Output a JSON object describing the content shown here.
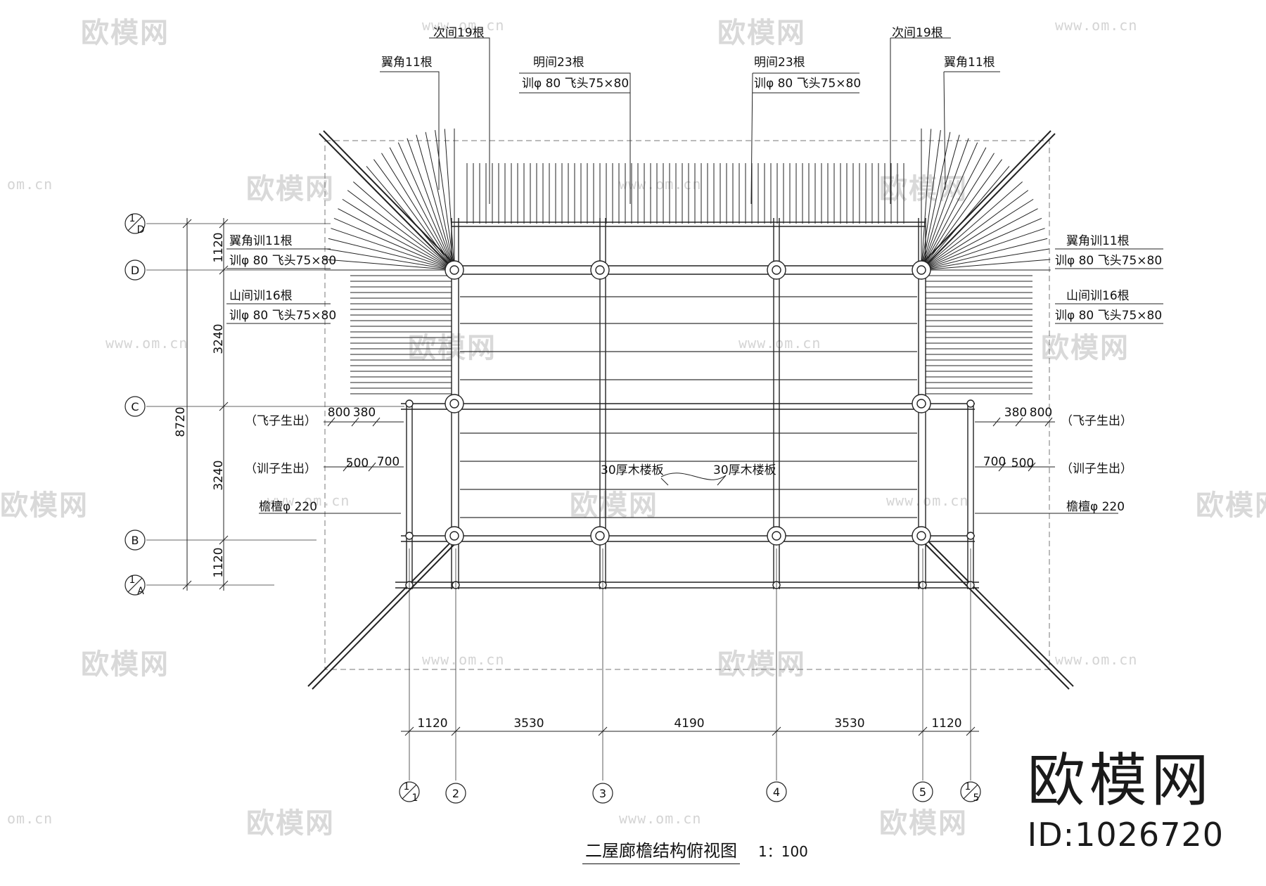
{
  "watermark": {
    "logo_text": "欧模网",
    "url_text": "www.om.cn",
    "url_short": "om.cn"
  },
  "brand": {
    "logo": "欧模网",
    "id": "ID:1026720"
  },
  "title": {
    "main": "二屋廊檐结构俯视图",
    "scale": "1：100"
  },
  "grid_bubbles": {
    "row": [
      {
        "num": "1",
        "den": "D"
      },
      {
        "label": "D"
      },
      {
        "label": "C"
      },
      {
        "label": "B"
      },
      {
        "num": "1",
        "den": "A"
      }
    ],
    "col": [
      {
        "num": "1",
        "den": "1"
      },
      {
        "label": "2"
      },
      {
        "label": "3"
      },
      {
        "label": "4"
      },
      {
        "label": "5"
      },
      {
        "num": "1",
        "den": "5"
      }
    ]
  },
  "dimensions": {
    "left_segments": [
      "1120",
      "3240",
      "3240",
      "1120"
    ],
    "left_total": "8720",
    "bottom_segments": [
      "1120",
      "3530",
      "4190",
      "3530",
      "1120"
    ],
    "left_eave": [
      "800",
      "380",
      "500",
      "700"
    ],
    "right_eave": [
      "380",
      "800",
      "700",
      "500"
    ]
  },
  "annotations": {
    "top_left_outer_line": "翼角11根",
    "top_left_inner_line": "次间19根",
    "top_center_left_a": "明间23根",
    "top_center_left_b": "训φ 80 飞头75×80",
    "top_center_right_a": "明间23根",
    "top_center_right_b": "训φ 80 飞头75×80",
    "top_right_inner_line": "次间19根",
    "top_right_outer_line": "翼角11根",
    "left_corner_a": "翼角训11根",
    "left_corner_b": "训φ 80 飞头75×80",
    "left_gable_a": "山间训16根",
    "left_gable_b": "训φ 80 飞头75×80",
    "right_corner_a": "翼角训11根",
    "right_corner_b": "训φ 80 飞头75×80",
    "right_gable_a": "山间训16根",
    "right_gable_b": "训φ 80 飞头75×80",
    "left_flying": "（飞子生出）",
    "left_rafter": "（训子生出）",
    "right_flying": "（飞子生出）",
    "right_rafter": "（训子生出）",
    "left_purlin": "檐檀φ 220",
    "right_purlin": "檐檀φ 220",
    "floor_left": "30厚木楼板",
    "floor_right": "30厚木楼板"
  }
}
